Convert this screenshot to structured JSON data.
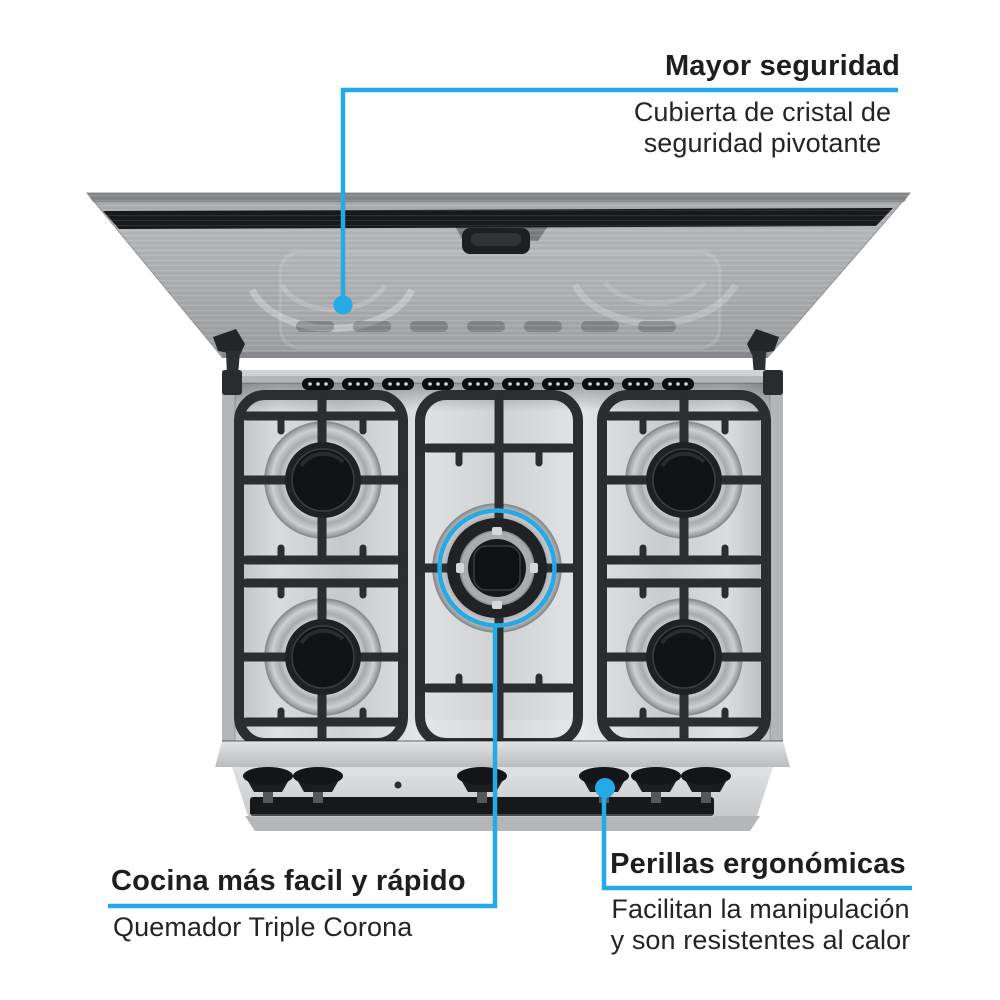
{
  "colors": {
    "accent": "#24aae4",
    "ink": "#1d1e20"
  },
  "callouts": {
    "safety": {
      "title": "Mayor seguridad",
      "desc_line1": "Cubierta de cristal de",
      "desc_line2": "seguridad pivotante"
    },
    "burner": {
      "title": "Cocina más facil y rápido",
      "desc_line1": "Quemador Triple Corona"
    },
    "knobs": {
      "title": "Perillas ergonómicas",
      "desc_line1": "Facilitan la manipulación",
      "desc_line2": "y son resistentes al calor"
    }
  }
}
